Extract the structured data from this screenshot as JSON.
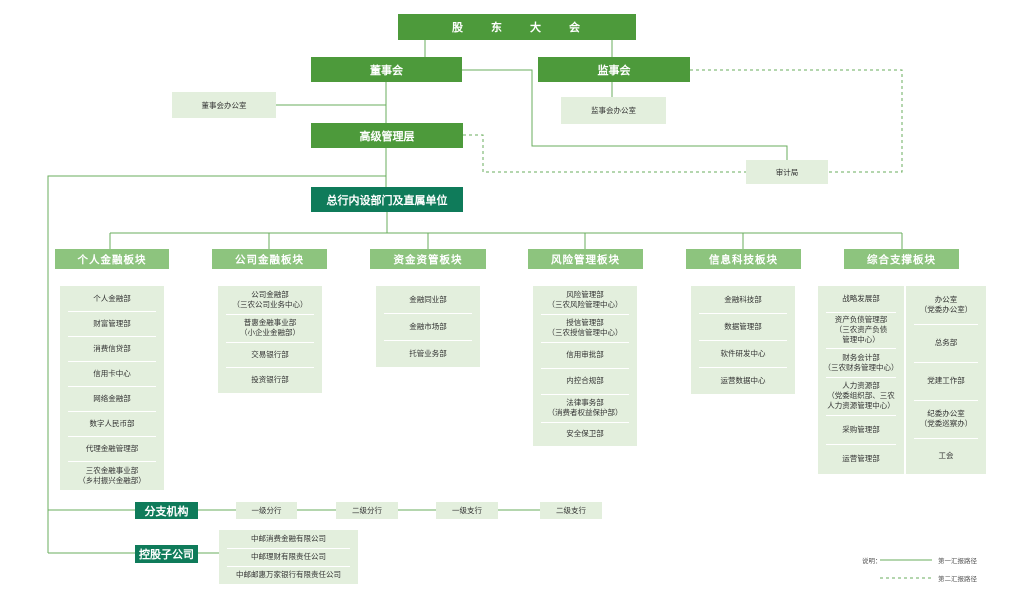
{
  "top": {
    "shareholders": "股　　东　　大　　会",
    "board": "董事会",
    "supervisors": "监事会",
    "board_office": "董事会办公室",
    "supervisors_office": "监事会办公室",
    "senior_mgmt": "高级管理层",
    "audit": "审计局",
    "hq": "总行内设部门及直属单位"
  },
  "segments": [
    {
      "title": "个人金融板块",
      "items": [
        "个人金融部",
        "财富管理部",
        "消费信贷部",
        "信用卡中心",
        "网络金融部",
        "数字人民币部",
        "代理金融管理部",
        "三农金融事业部\n（乡村振兴金融部）"
      ]
    },
    {
      "title": "公司金融板块",
      "items": [
        "公司金融部\n（三农公司业务中心）",
        "普惠金融事业部\n（小企业金融部）",
        "交易银行部",
        "投资银行部"
      ]
    },
    {
      "title": "资金资管板块",
      "items": [
        "金融同业部",
        "金融市场部",
        "托管业务部"
      ]
    },
    {
      "title": "风险管理板块",
      "items": [
        "风险管理部\n（三农风险管理中心）",
        "授信管理部\n（三农授信管理中心）",
        "信用审批部",
        "内控合规部",
        "法律事务部\n（消费者权益保护部）",
        "安全保卫部"
      ]
    },
    {
      "title": "信息科技板块",
      "items": [
        "金融科技部",
        "数据管理部",
        "软件研发中心",
        "运营数据中心"
      ]
    },
    {
      "title": "综合支撑板块",
      "left": [
        "战略发展部",
        "资产负债管理部\n（三农资产负债\n管理中心）",
        "财务会计部\n（三农财务管理中心）",
        "人力资源部\n（党委组织部、三农\n人力资源管理中心）",
        "采购管理部",
        "运营管理部"
      ],
      "right": [
        "办公室\n（党委办公室）",
        "总务部",
        "党建工作部",
        "纪委办公室\n（党委巡察办）",
        "工会"
      ]
    }
  ],
  "branches": {
    "title": "分支机构",
    "levels": [
      "一级分行",
      "二级分行",
      "一级支行",
      "二级支行"
    ]
  },
  "subsidiaries": {
    "title": "控股子公司",
    "items": [
      "中邮消费金融有限公司",
      "中邮理财有限责任公司",
      "中邮邮惠万家银行有限责任公司"
    ]
  },
  "legend": {
    "label": "说明：",
    "solid": "第一汇报路径",
    "dashed": "第二汇报路径"
  },
  "colors": {
    "dark_green": "#4d9a3b",
    "teal": "#0f7b5a",
    "mid_green": "#8dc47e",
    "pale_green": "#e3efdd",
    "line": "#6aae5c"
  }
}
